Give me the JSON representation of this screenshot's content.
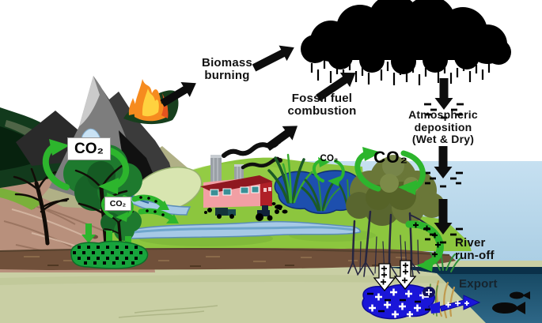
{
  "diagram": {
    "type": "coastal-carbon-cycle-illustration",
    "labels": {
      "biomass_burning": "Biomass\nburning",
      "fossil_fuel_combustion": "Fossil fuel\ncombustion",
      "atmospheric_deposition": "Atmospheric\ndeposition\n(Wet & Dry)",
      "river_runoff": "River\nrun-off",
      "export": "Export",
      "co2_forest": "CO₂",
      "co2_soil_tree": "CO₂",
      "co2_wetland": "CO₂",
      "co2_mangrove": "CO₂"
    },
    "colors": {
      "sky_blue": "#b9d7ea",
      "cloud_black": "#000000",
      "arrow_black": "#0d0d0d",
      "exchange_arrow_green": "#2db52d",
      "grass_green": "#8cc63e",
      "pond_blue": "#1d4fae",
      "sediment_blue": "#1a16d8",
      "ocean_dark": "#14455f",
      "soil_brown": "#70503a",
      "cliff_pink": "#b8907c",
      "underground_tan": "#c9cfa4",
      "fire_orange": "#f68b1f",
      "fire_yellow": "#ffd23f",
      "building_pink": "#f29fa4",
      "roof_red": "#a01a22",
      "canopy_olive": "#6a7738",
      "tree_green": "#1e7a2e"
    },
    "icons": [
      "rain-cloud-icon",
      "wildfire-icon",
      "mountain-icon",
      "glacier-icon",
      "bare-tree-icon",
      "forest-tree-icon",
      "soil-carbon-icon",
      "smokestacks-icon",
      "farm-building-icon",
      "truck-icon",
      "tractor-icon",
      "marsh-grass-icon",
      "mangrove-icon",
      "seagrass-icon",
      "fish-icon",
      "deposition-arrow-icon",
      "co2-exchange-arrows-icon",
      "runoff-arrow-icon",
      "export-arrow-icon",
      "burial-arrow-icon"
    ]
  }
}
